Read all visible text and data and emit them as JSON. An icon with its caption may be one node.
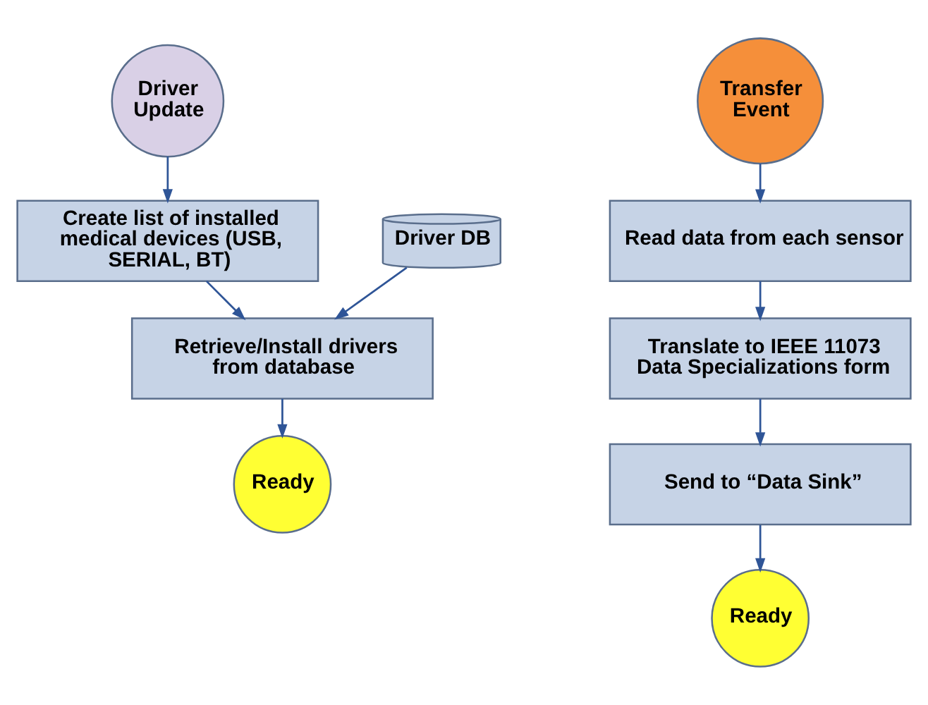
{
  "diagram": {
    "nodes": [
      {
        "text": [
          "Driver Update"
        ]
      },
      {
        "text": [
          "Create list of installed medical devices (USB, SERIAL, BT)"
        ]
      },
      {
        "text": [
          "Retrieve/Install drivers from database"
        ]
      },
      {
        "text": [
          "Driver DB"
        ]
      },
      {
        "text": [
          "Ready"
        ]
      },
      {
        "text": [
          "Transfer Event"
        ]
      },
      {
        "text": [
          "Read data from each sensor"
        ]
      },
      {
        "text": [
          "Translate to IEEE 11073 Data Specializations form"
        ]
      },
      {
        "text": [
          "Send to “Data Sink”"
        ]
      },
      {
        "text": [
          "Ready"
        ]
      }
    ],
    "edges": [
      {
        "from": 0,
        "to": 1,
        "arrow": "to"
      },
      {
        "from": 1,
        "to": 2,
        "arrow": "to"
      },
      {
        "from": 3,
        "to": 2,
        "arrow": "to"
      },
      {
        "from": 2,
        "to": 4,
        "arrow": "to"
      },
      {
        "from": 5,
        "to": 6,
        "arrow": "to"
      },
      {
        "from": 6,
        "to": 7,
        "arrow": "to"
      },
      {
        "from": 7,
        "to": 8,
        "arrow": "to"
      },
      {
        "from": 8,
        "to": 9,
        "arrow": "to"
      }
    ]
  }
}
